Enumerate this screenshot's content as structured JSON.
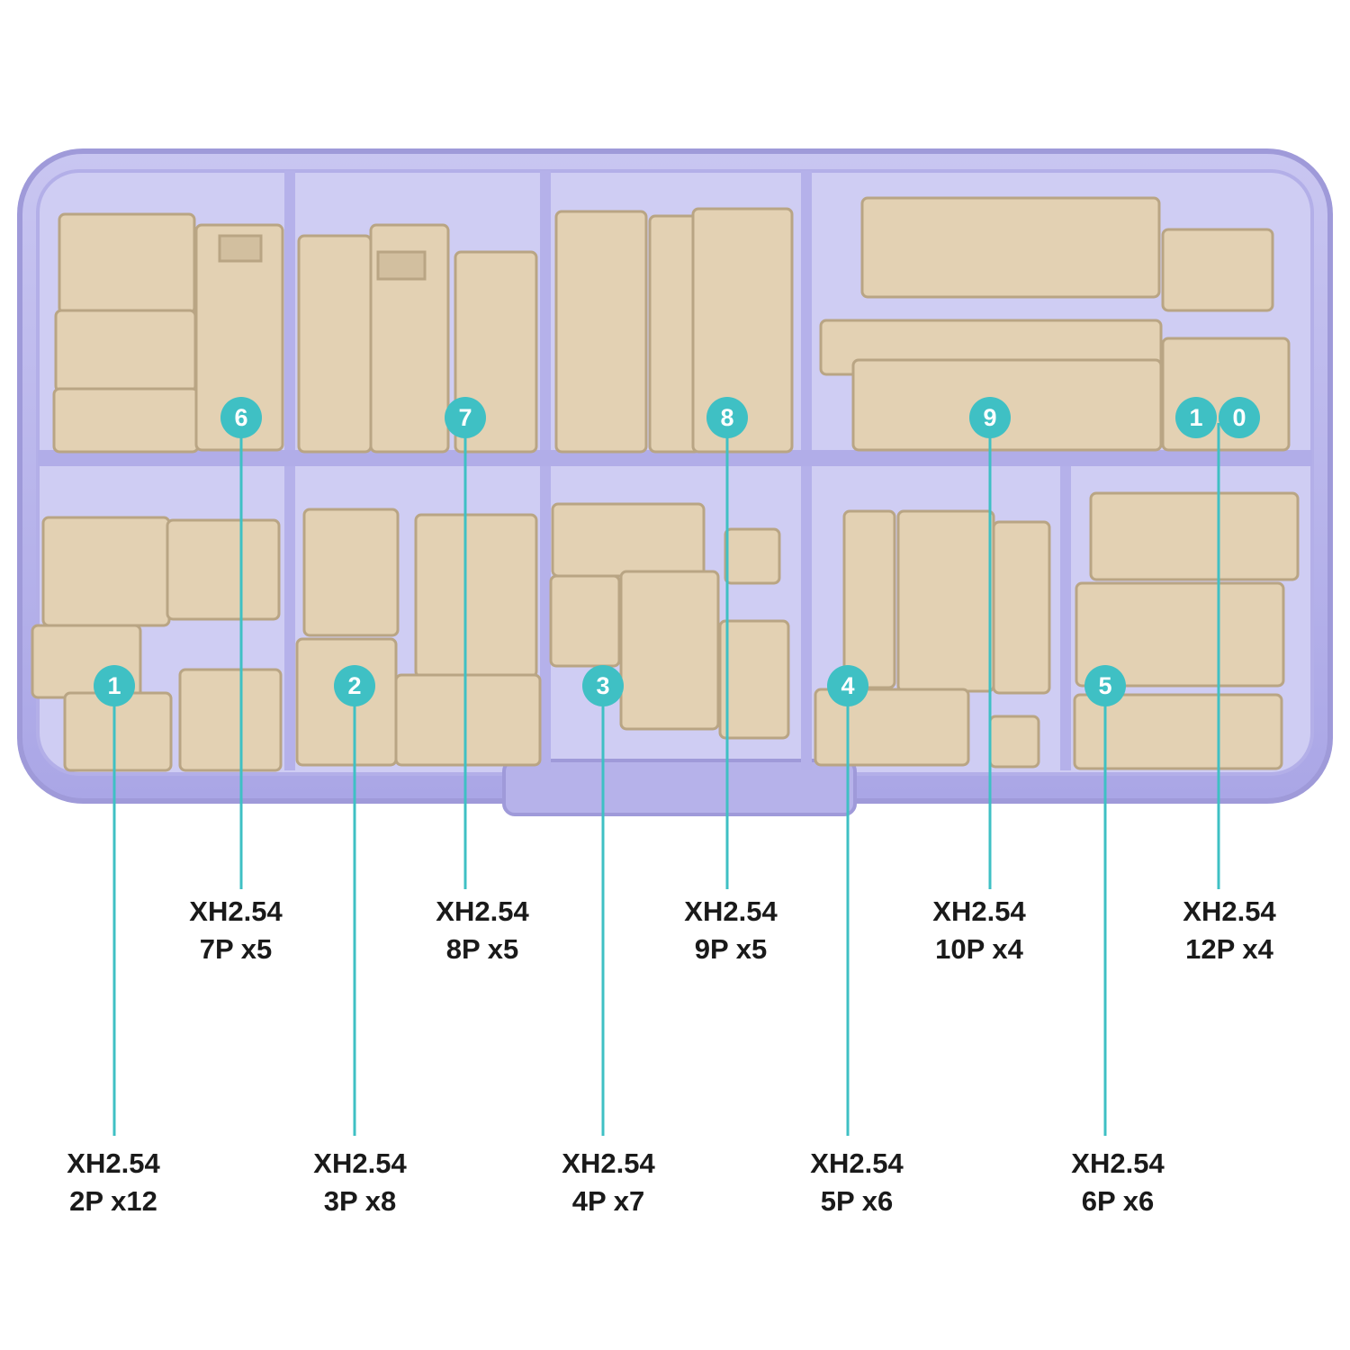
{
  "colors": {
    "accent": "#3fc0c4",
    "box_tint": "#b9b6ec",
    "connector": "#e3d1b3",
    "label_text": "#1a1a1a"
  },
  "badges": [
    "1",
    "2",
    "3",
    "4",
    "5",
    "6",
    "7",
    "8",
    "9",
    "1",
    "0"
  ],
  "labels": [
    {
      "series": "XH2.54",
      "spec": "7P x5"
    },
    {
      "series": "XH2.54",
      "spec": "8P x5"
    },
    {
      "series": "XH2.54",
      "spec": "9P x5"
    },
    {
      "series": "XH2.54",
      "spec": "10P x4"
    },
    {
      "series": "XH2.54",
      "spec": "12P x4"
    },
    {
      "series": "XH2.54",
      "spec": "2P x12"
    },
    {
      "series": "XH2.54",
      "spec": "3P x8"
    },
    {
      "series": "XH2.54",
      "spec": "4P x7"
    },
    {
      "series": "XH2.54",
      "spec": "5P x6"
    },
    {
      "series": "XH2.54",
      "spec": "6P x6"
    }
  ]
}
